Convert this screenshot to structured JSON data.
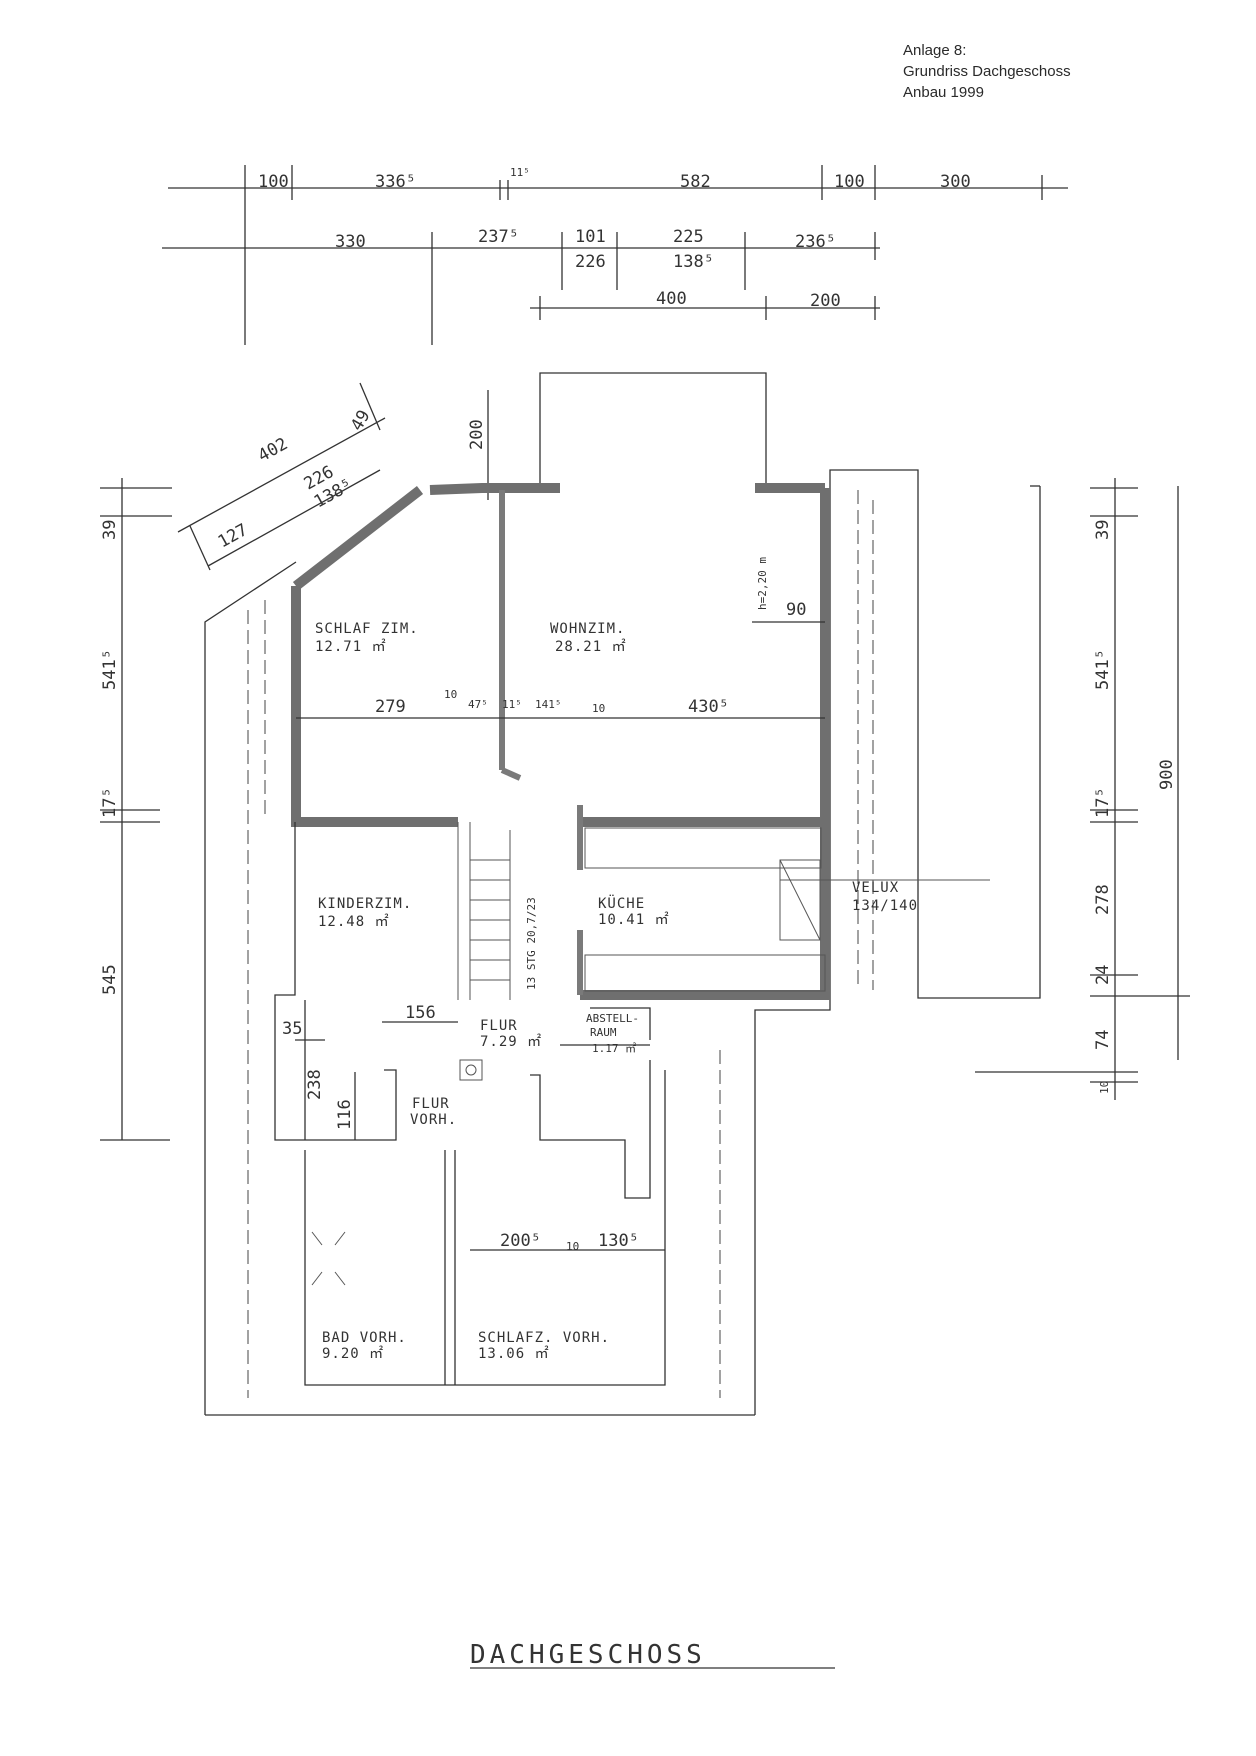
{
  "caption": {
    "line1": "Anlage 8:",
    "line2": "Grundriss Dachgeschoss",
    "line3": "Anbau 1999"
  },
  "plan_title": "DACHGESCHOSS",
  "colors": {
    "ink": "#333333",
    "wall": "#7a7a7a"
  },
  "dims_top_row1": {
    "a": "100",
    "b": "336⁵",
    "c": "11⁵",
    "d": "582",
    "e": "100",
    "f": "300"
  },
  "dims_top_row2": {
    "a": "330",
    "b": "237⁵",
    "c": "101",
    "d": "226",
    "e": "225",
    "f": "138⁵",
    "g": "236⁵"
  },
  "dims_top_row3": {
    "a": "400",
    "b": "200"
  },
  "dims_diagonal": {
    "a": "402",
    "b": "49",
    "c": "226",
    "d": "138⁵",
    "e": "127"
  },
  "dims_balcony": {
    "a": "200"
  },
  "dims_left": {
    "a": "39",
    "b": "541⁵",
    "c": "17⁵",
    "d": "545"
  },
  "dims_right": {
    "a": "39",
    "b": "541⁵",
    "c": "17⁵",
    "d": "278",
    "e": "24",
    "f": "74",
    "g": "10",
    "h": "900"
  },
  "dims_mid_row": {
    "a": "279",
    "b": "10",
    "c": "47⁵",
    "d": "11⁵",
    "e": "141⁵",
    "f": "10",
    "g": "430⁵"
  },
  "dims_misc": {
    "h": "h=2,20 m",
    "w90": "90",
    "d156": "156",
    "d35": "35",
    "d238": "238",
    "d116": "116",
    "stair": "13 STG 20,7/23",
    "d200": "200⁵",
    "d10": "10",
    "d130": "130⁵"
  },
  "rooms": {
    "schlaf": {
      "name": "SCHLAF ZIM.",
      "area": "12.71 ㎡"
    },
    "wohn": {
      "name": "WOHNZIM.",
      "area": "28.21 ㎡"
    },
    "kinder": {
      "name": "KINDERZIM.",
      "area": "12.48 ㎡"
    },
    "kueche": {
      "name": "KÜCHE",
      "area": "10.41 ㎡"
    },
    "velux": {
      "name": "VELUX",
      "area": "134/140"
    },
    "flur": {
      "name": "FLUR",
      "area": "7.29 ㎡"
    },
    "abstell": {
      "name": "ABSTELL-",
      "name2": "RAUM",
      "area": "1.17 ㎡"
    },
    "flurvorh": {
      "name": "FLUR",
      "name2": "VORH."
    },
    "bad": {
      "name": "BAD VORH.",
      "area": "9.20 ㎡"
    },
    "schlafz": {
      "name": "SCHLAFZ. VORH.",
      "area": "13.06 ㎡"
    }
  }
}
